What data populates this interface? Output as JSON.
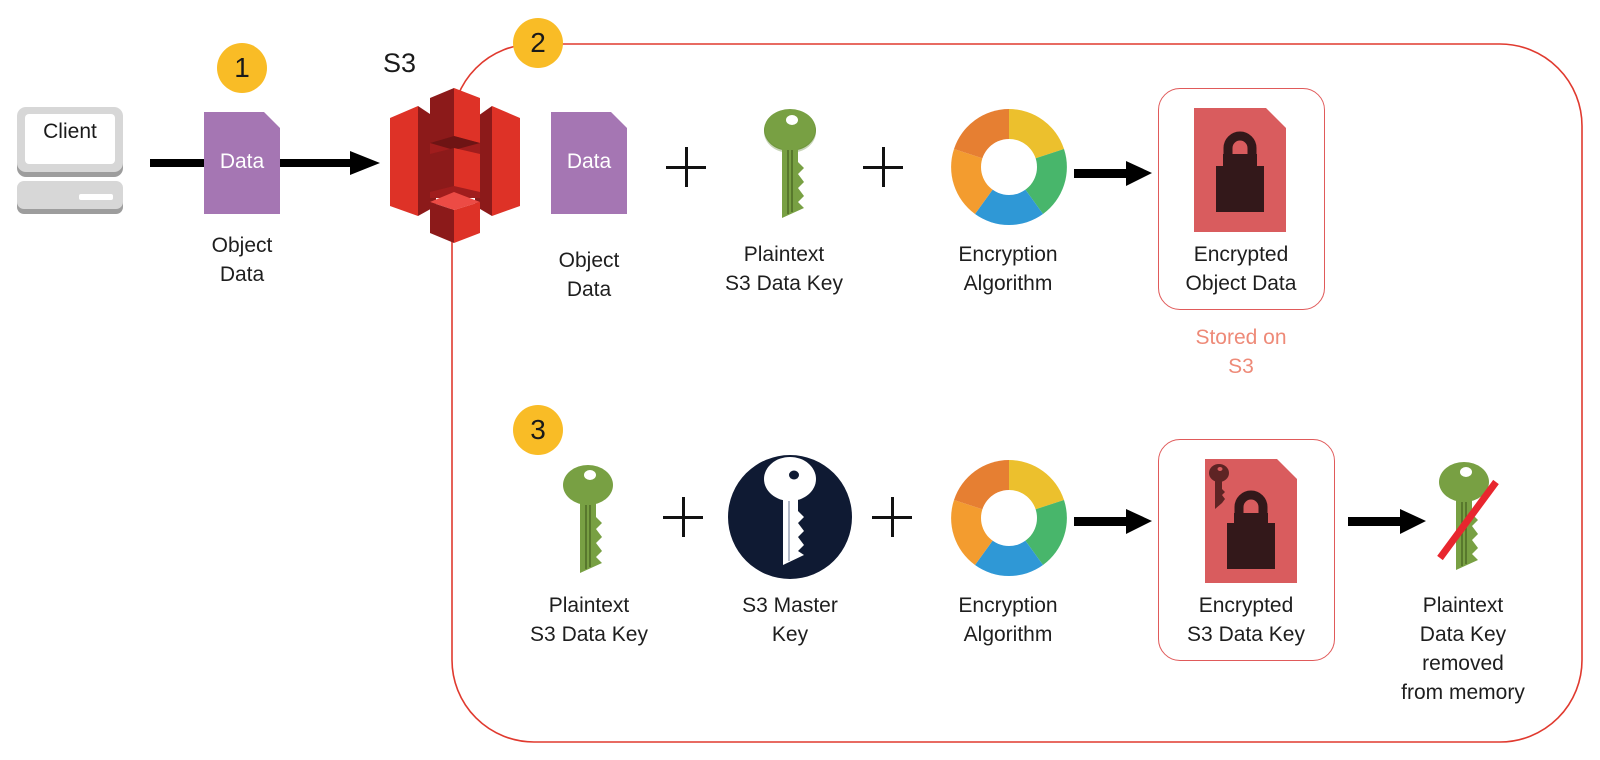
{
  "diagram": {
    "title": "S3 Server-Side Encryption Flow",
    "colors": {
      "container_border": "#e03a2f",
      "badge": "#f9bc26",
      "data_doc": "#a576b3",
      "encrypted_doc": "#d95c5e",
      "lock": "#33181a",
      "key_green": "#78a043",
      "master_key_bg": "#0f1a33",
      "stored_text": "#ee8a78",
      "strike": "#e8262e"
    },
    "step1": {
      "badge": "1",
      "client_label": "Client",
      "doc_text": "Data",
      "doc_label": [
        "Object",
        "Data"
      ],
      "s3_label": "S3"
    },
    "step2": {
      "badge": "2",
      "doc_text": "Data",
      "object_label": [
        "Object",
        "Data"
      ],
      "key_label": [
        "Plaintext",
        "S3 Data Key"
      ],
      "algo_label": [
        "Encryption",
        "Algorithm"
      ],
      "result_label": [
        "Encrypted",
        "Object Data"
      ],
      "stored_label": [
        "Stored on",
        "S3"
      ]
    },
    "step3": {
      "badge": "3",
      "key_label": [
        "Plaintext",
        "S3 Data Key"
      ],
      "master_label": [
        "S3 Master",
        "Key"
      ],
      "algo_label": [
        "Encryption",
        "Algorithm"
      ],
      "result_label": [
        "Encrypted",
        "S3 Data Key"
      ],
      "removed_label": [
        "Plaintext",
        "Data Key",
        "removed",
        "from memory"
      ]
    }
  }
}
